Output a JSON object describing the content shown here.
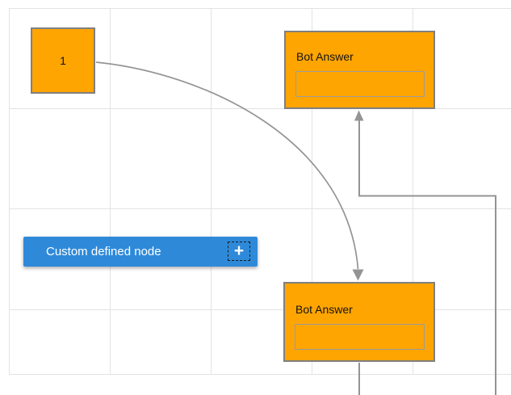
{
  "diagram": {
    "start_node": {
      "label": "1"
    },
    "bot_answer_top": {
      "title": "Bot Answer",
      "input_value": ""
    },
    "bot_answer_bottom": {
      "title": "Bot Answer",
      "input_value": ""
    },
    "custom_node": {
      "label": "Custom defined node",
      "add_icon": "+"
    }
  },
  "colors": {
    "node_fill": "#ffa502",
    "node_border": "#7f7f7f",
    "custom_node_fill": "#2e8ad9",
    "connector": "#949494",
    "grid_line": "#e3e3e3",
    "canvas_bg": "#ffffff"
  }
}
